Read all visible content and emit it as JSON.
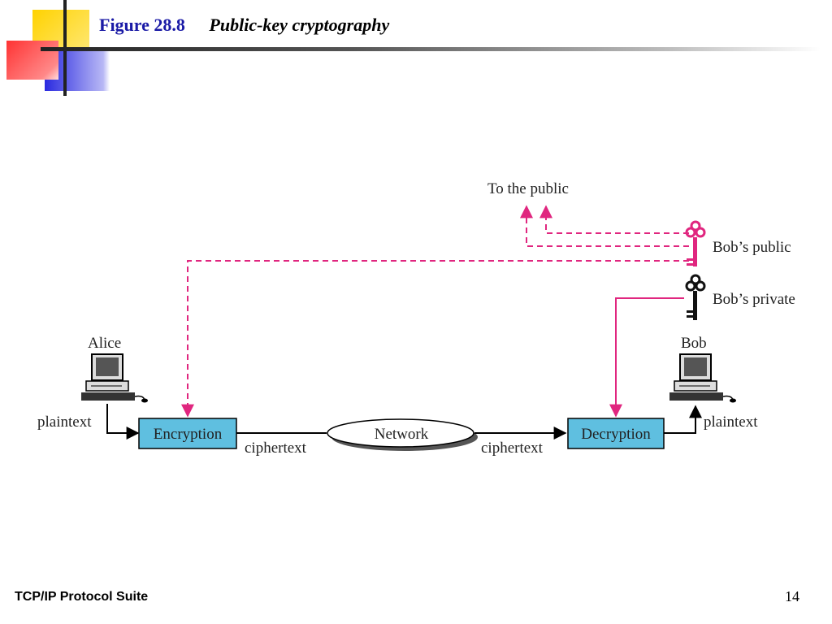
{
  "header": {
    "figure_label": "Figure 28.8",
    "caption": "Public-key cryptography"
  },
  "footer": {
    "suite": "TCP/IP Protocol Suite",
    "page_number": "14"
  },
  "diagram": {
    "to_public": "To the public",
    "bob_public": "Bob’s public",
    "bob_private": "Bob’s private",
    "alice": "Alice",
    "bob": "Bob",
    "plaintext_in": "plaintext",
    "plaintext_out": "plaintext",
    "encryption": "Encryption",
    "decryption": "Decryption",
    "network": "Network",
    "ciphertext_left": "ciphertext",
    "ciphertext_right": "ciphertext"
  },
  "colors": {
    "box_fill": "#5fbfe0",
    "public_key_line": "#e0267f",
    "title_blue": "#1a1aa6"
  }
}
